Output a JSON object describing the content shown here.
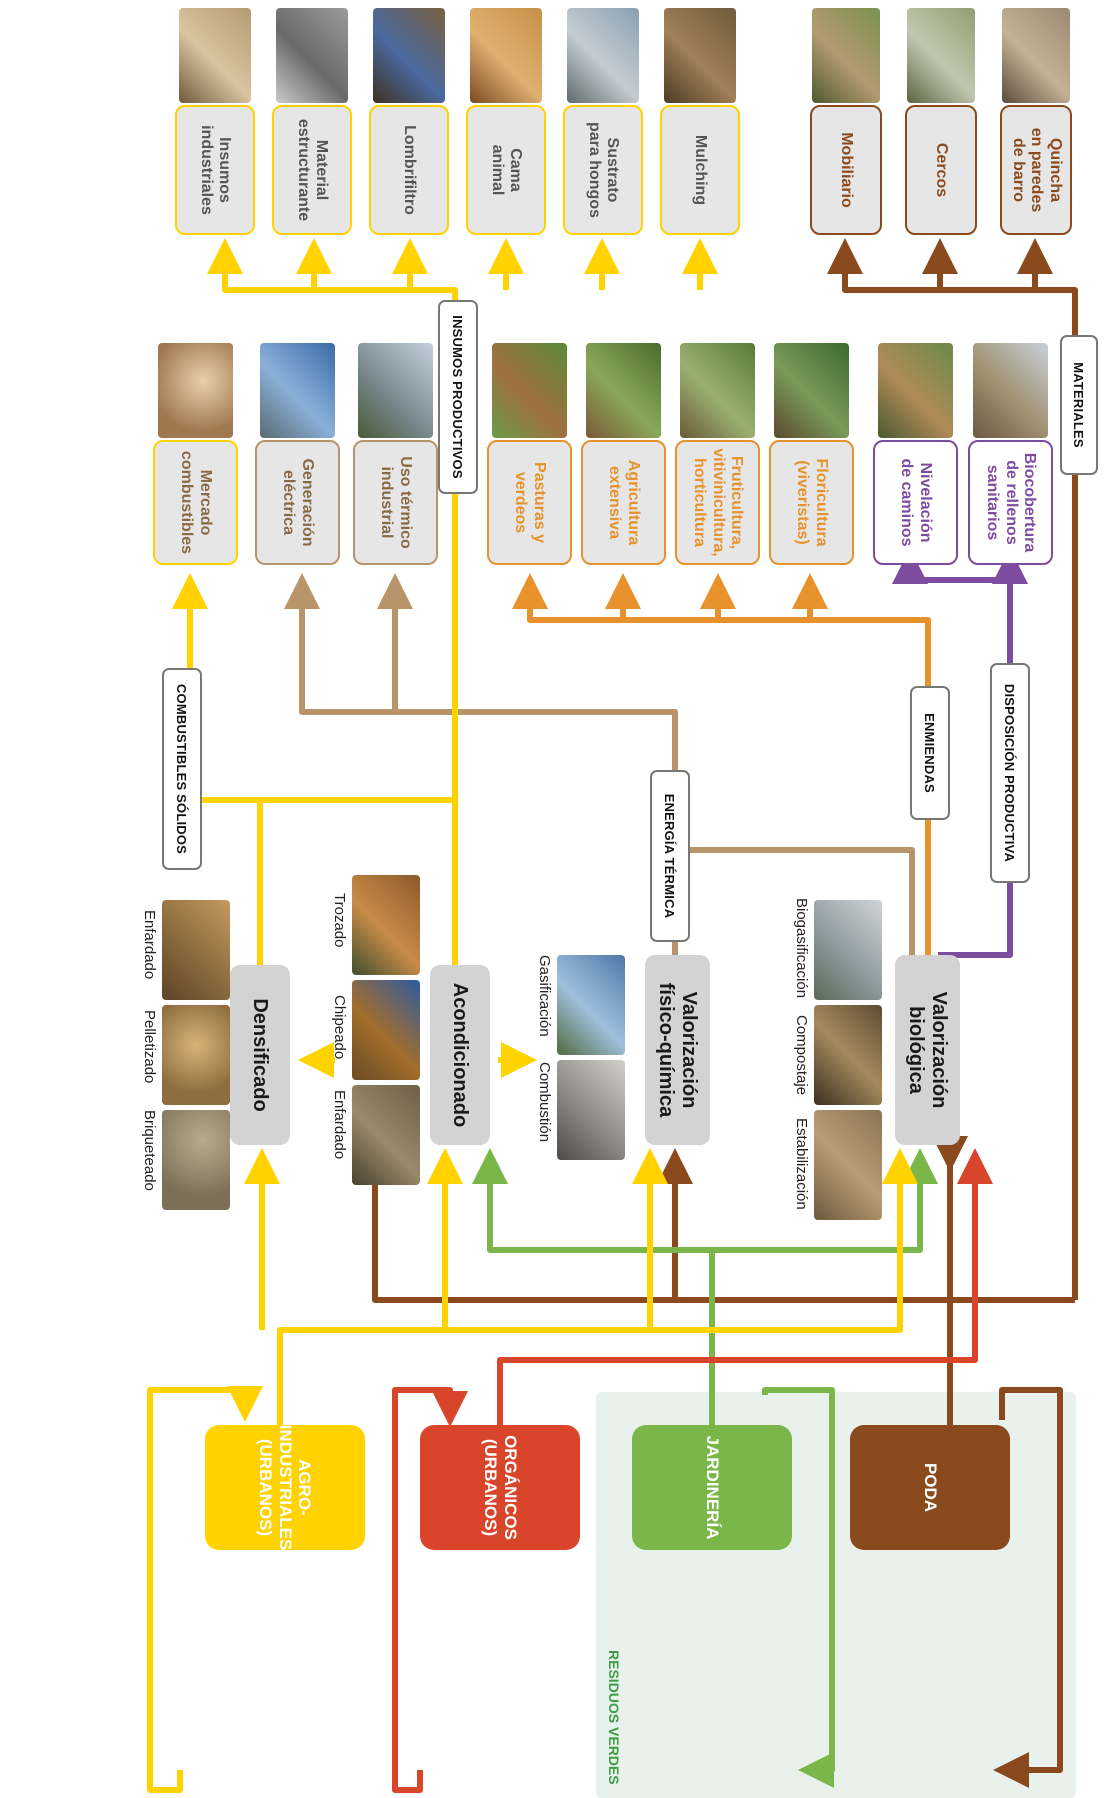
{
  "sources": {
    "poda": "PODA",
    "jardineria": "JARDINERÍA",
    "organicos": "ORGÁNICOS\n(URBANOS)",
    "agro": "AGRO-\nINDUSTRIALES\n(URBANOS)",
    "residuos_verdes": "RESIDUOS VERDES"
  },
  "processes": {
    "valorizacion_biologica": "Valorización\nbiológica",
    "valorizacion_fisico": "Valorización\nfísico-química",
    "acondicionado": "Acondicionado",
    "densificado": "Densificado"
  },
  "photo_captions": {
    "bio": [
      "Estabilización",
      "Compostaje",
      "Biogasificación"
    ],
    "fq": [
      "Combustión",
      "Gasificación"
    ],
    "acond": [
      "Enfardado",
      "Chipeado",
      "Trozado"
    ],
    "dens": [
      "Briqueteado",
      "Pelletizado",
      "Enfardado"
    ]
  },
  "route_labels": {
    "materiales": "MATERIALES",
    "disposicion": "DISPOSICIÓN PRODUCTIVA",
    "enmiendas": "ENMIENDAS",
    "energia": "ENERGÍA TÉRMICA",
    "insumos": "INSUMOS PRODUCTIVOS",
    "combustibles": "COMBUSTIBLES SÓLIDOS"
  },
  "products": {
    "materiales": [
      "Quincha\nen paredes\nde barro",
      "Cercos",
      "Mobiliario"
    ],
    "insumos": [
      "Mulching",
      "Sustrato\npara hongos",
      "Cama\nanimal",
      "Lombrifiltro",
      "Material\nestructurante",
      "Insumos\nindustriales"
    ],
    "disposicion": [
      "Biocobertura\nde rellenos\nsanitarios",
      "Nivelación\nde caminos"
    ],
    "enmiendas": [
      "Floricultura\n(viveristas)",
      "Fruticultura,\nvitivinicultura,\nhorticultura",
      "Agricultura\nextensiva",
      "Pasturas y\nverdeos"
    ],
    "energia": [
      "Uso térmico\nindustrial",
      "Generación\neléctrica"
    ],
    "combustibles": [
      "Mercado\ncombustibles"
    ]
  },
  "colors": {
    "poda": "#8b4a1e",
    "jardineria": "#7ab648",
    "organicos": "#d9452b",
    "agro": "#ffd200",
    "disposicion": "#7d4c9e",
    "enmiendas": "#e8922d",
    "energia": "#b8946a",
    "bg_residuos": "#e9f1ec"
  },
  "icons": {
    "photos": "photo-thumbnail"
  }
}
